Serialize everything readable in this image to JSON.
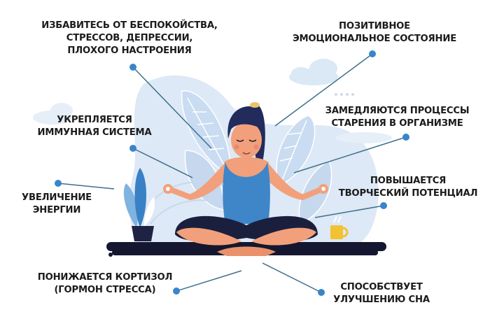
{
  "colors": {
    "text": "#1b1b1b",
    "dot": "#3a85c9",
    "connector": "#3f6f8c",
    "background_blob": "#dde9f6",
    "leaf_light": "#c9dcf1",
    "tank_top": "#3f86c8",
    "skin": "#f2a07b",
    "hair": "#232a5c",
    "floor": "#14172f",
    "mug": "#f2c233"
  },
  "benefits": [
    {
      "id": "anxiety",
      "lines": [
        "ИЗБАВИТЕСЬ ОТ БЕСПОКОЙСТВА,",
        "СТРЕССОВ, ДЕПРЕССИИ,",
        "ПЛОХОГО НАСТРОЕНИЯ"
      ]
    },
    {
      "id": "positive-emotions",
      "lines": [
        "ПОЗИТИВНОЕ",
        "ЭМОЦИОНАЛЬНОЕ СОСТОЯНИЕ"
      ]
    },
    {
      "id": "immune",
      "lines": [
        "УКРЕПЛЯЕТСЯ",
        "ИММУННАЯ СИСТЕМА"
      ]
    },
    {
      "id": "aging",
      "lines": [
        "ЗАМЕДЛЯЮТСЯ ПРОЦЕССЫ",
        "СТАРЕНИЯ В ОРГАНИЗМЕ"
      ]
    },
    {
      "id": "energy",
      "lines": [
        "УВЕЛИЧЕНИЕ",
        "ЭНЕРГИИ"
      ]
    },
    {
      "id": "creativity",
      "lines": [
        "ПОВЫШАЕТСЯ",
        "ТВОРЧЕСКИЙ ПОТЕНЦИАЛ"
      ]
    },
    {
      "id": "cortisol",
      "lines": [
        "ПОНИЖАЕТСЯ КОРТИЗОЛ",
        "(ГОРМОН СТРЕССА)"
      ]
    },
    {
      "id": "sleep",
      "lines": [
        "СПОСОБСТВУЕТ",
        "УЛУЧШЕНИЮ СНА"
      ]
    }
  ],
  "illustration": {
    "subject": "woman meditating in lotus pose",
    "props": [
      "potted-plant",
      "coffee-mug",
      "leaves",
      "clouds"
    ]
  }
}
